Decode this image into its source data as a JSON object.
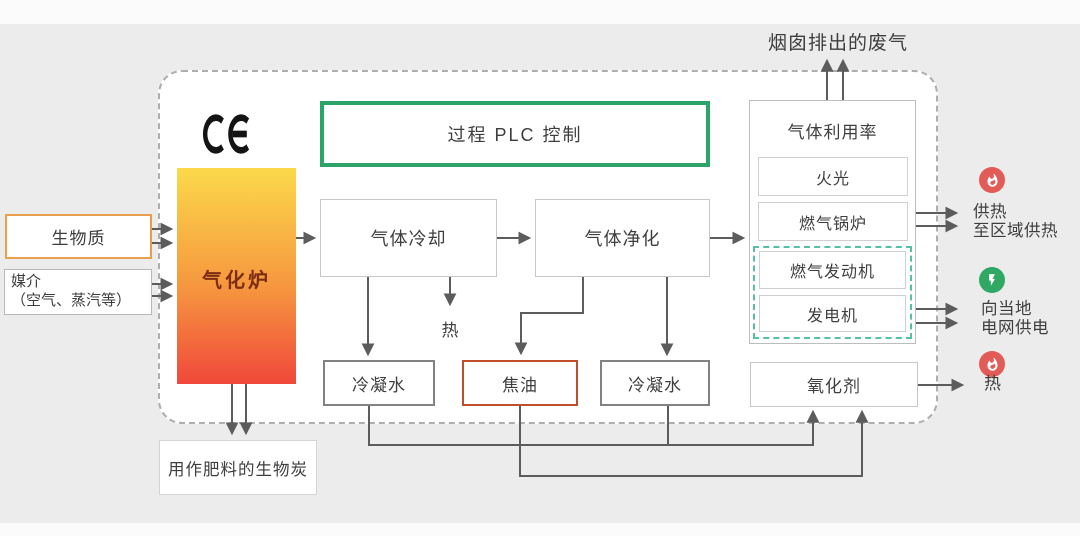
{
  "title_top": "烟囱排出的废气",
  "certification": {
    "mark": "CE"
  },
  "control": {
    "label": "过程 PLC 控制",
    "border_color": "#2ca469"
  },
  "inputs": {
    "biomass": {
      "label": "生物质",
      "border_color": "#e9a04c"
    },
    "medium": {
      "line1": "媒介",
      "line2": "（空气、蒸汽等）"
    }
  },
  "gasifier": {
    "label": "气化炉",
    "gradient_top": "#fbd94a",
    "gradient_bottom": "#f0483a",
    "text_color": "#7e2d12"
  },
  "process": {
    "gas_cooling": {
      "label": "气体冷却"
    },
    "gas_cleaning": {
      "label": "气体净化"
    },
    "heat_byproduct": {
      "label": "热"
    }
  },
  "utilization": {
    "title": "气体利用率",
    "flare": {
      "label": "火光"
    },
    "gas_boiler": {
      "label": "燃气锅炉"
    },
    "chp_group": {
      "border_color": "#55c0a5",
      "gas_engine": {
        "label": "燃气发动机"
      },
      "generator": {
        "label": "发电机"
      }
    }
  },
  "byproducts": {
    "condensate_left": {
      "label": "冷凝水"
    },
    "tar": {
      "label": "焦油",
      "border_color": "#c14e2b"
    },
    "condensate_right": {
      "label": "冷凝水"
    },
    "oxidizer": {
      "label": "氧化剂"
    },
    "biochar": {
      "label": "用作肥料的生物炭"
    }
  },
  "outputs": {
    "district_heating": {
      "line1": "供热",
      "line2": "至区域供热",
      "icon": "flame-icon",
      "icon_color": "#e25b56"
    },
    "grid_power": {
      "line1": "向当地",
      "line2": "电网供电",
      "icon": "lightning-icon",
      "icon_color": "#2fa863"
    },
    "heat": {
      "label": "热",
      "icon": "flame-icon",
      "icon_color": "#e25b56"
    }
  },
  "wire_color": "#5c5c5c",
  "background_color": "#ececec"
}
